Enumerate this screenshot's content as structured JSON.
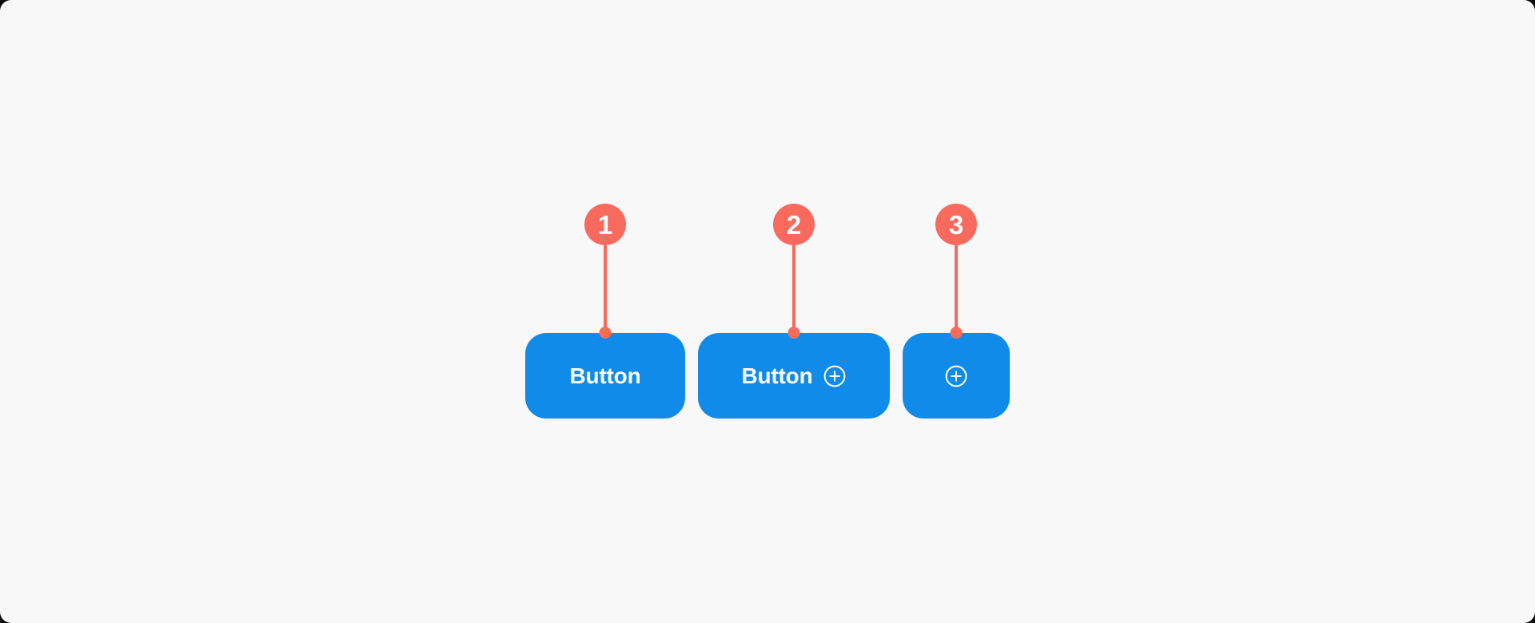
{
  "colors": {
    "button_blue": "#118bea",
    "annotation_coral": "#f8695e",
    "button_text": "#ffffff",
    "panel_background": "#f8f8f8",
    "outer_background": "#0a0a0a"
  },
  "annotations": [
    {
      "number": "1"
    },
    {
      "number": "2"
    },
    {
      "number": "3"
    }
  ],
  "buttons": [
    {
      "label": "Button"
    },
    {
      "label": "Button",
      "icon": "plus-circle-icon"
    },
    {
      "icon": "plus-circle-icon"
    }
  ]
}
